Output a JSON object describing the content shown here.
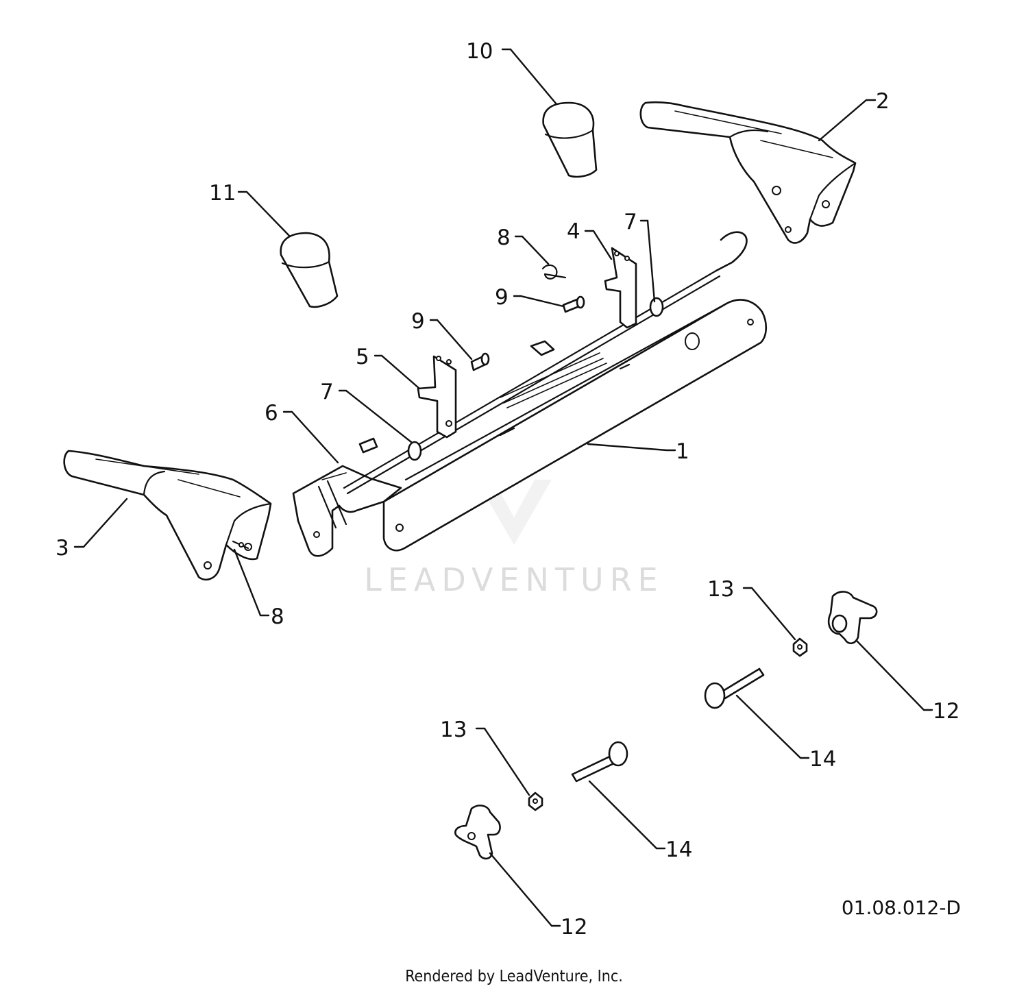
{
  "diagram": {
    "drawing_code": "01.08.012-D",
    "footer_credit": "Rendered by LeadVenture, Inc.",
    "watermark": "LEADVENTURE",
    "callouts": [
      "10",
      "2",
      "11",
      "8",
      "4",
      "7",
      "9",
      "9",
      "5",
      "7",
      "6",
      "1",
      "3",
      "8",
      "13",
      "12",
      "14",
      "13",
      "14",
      "12"
    ]
  }
}
